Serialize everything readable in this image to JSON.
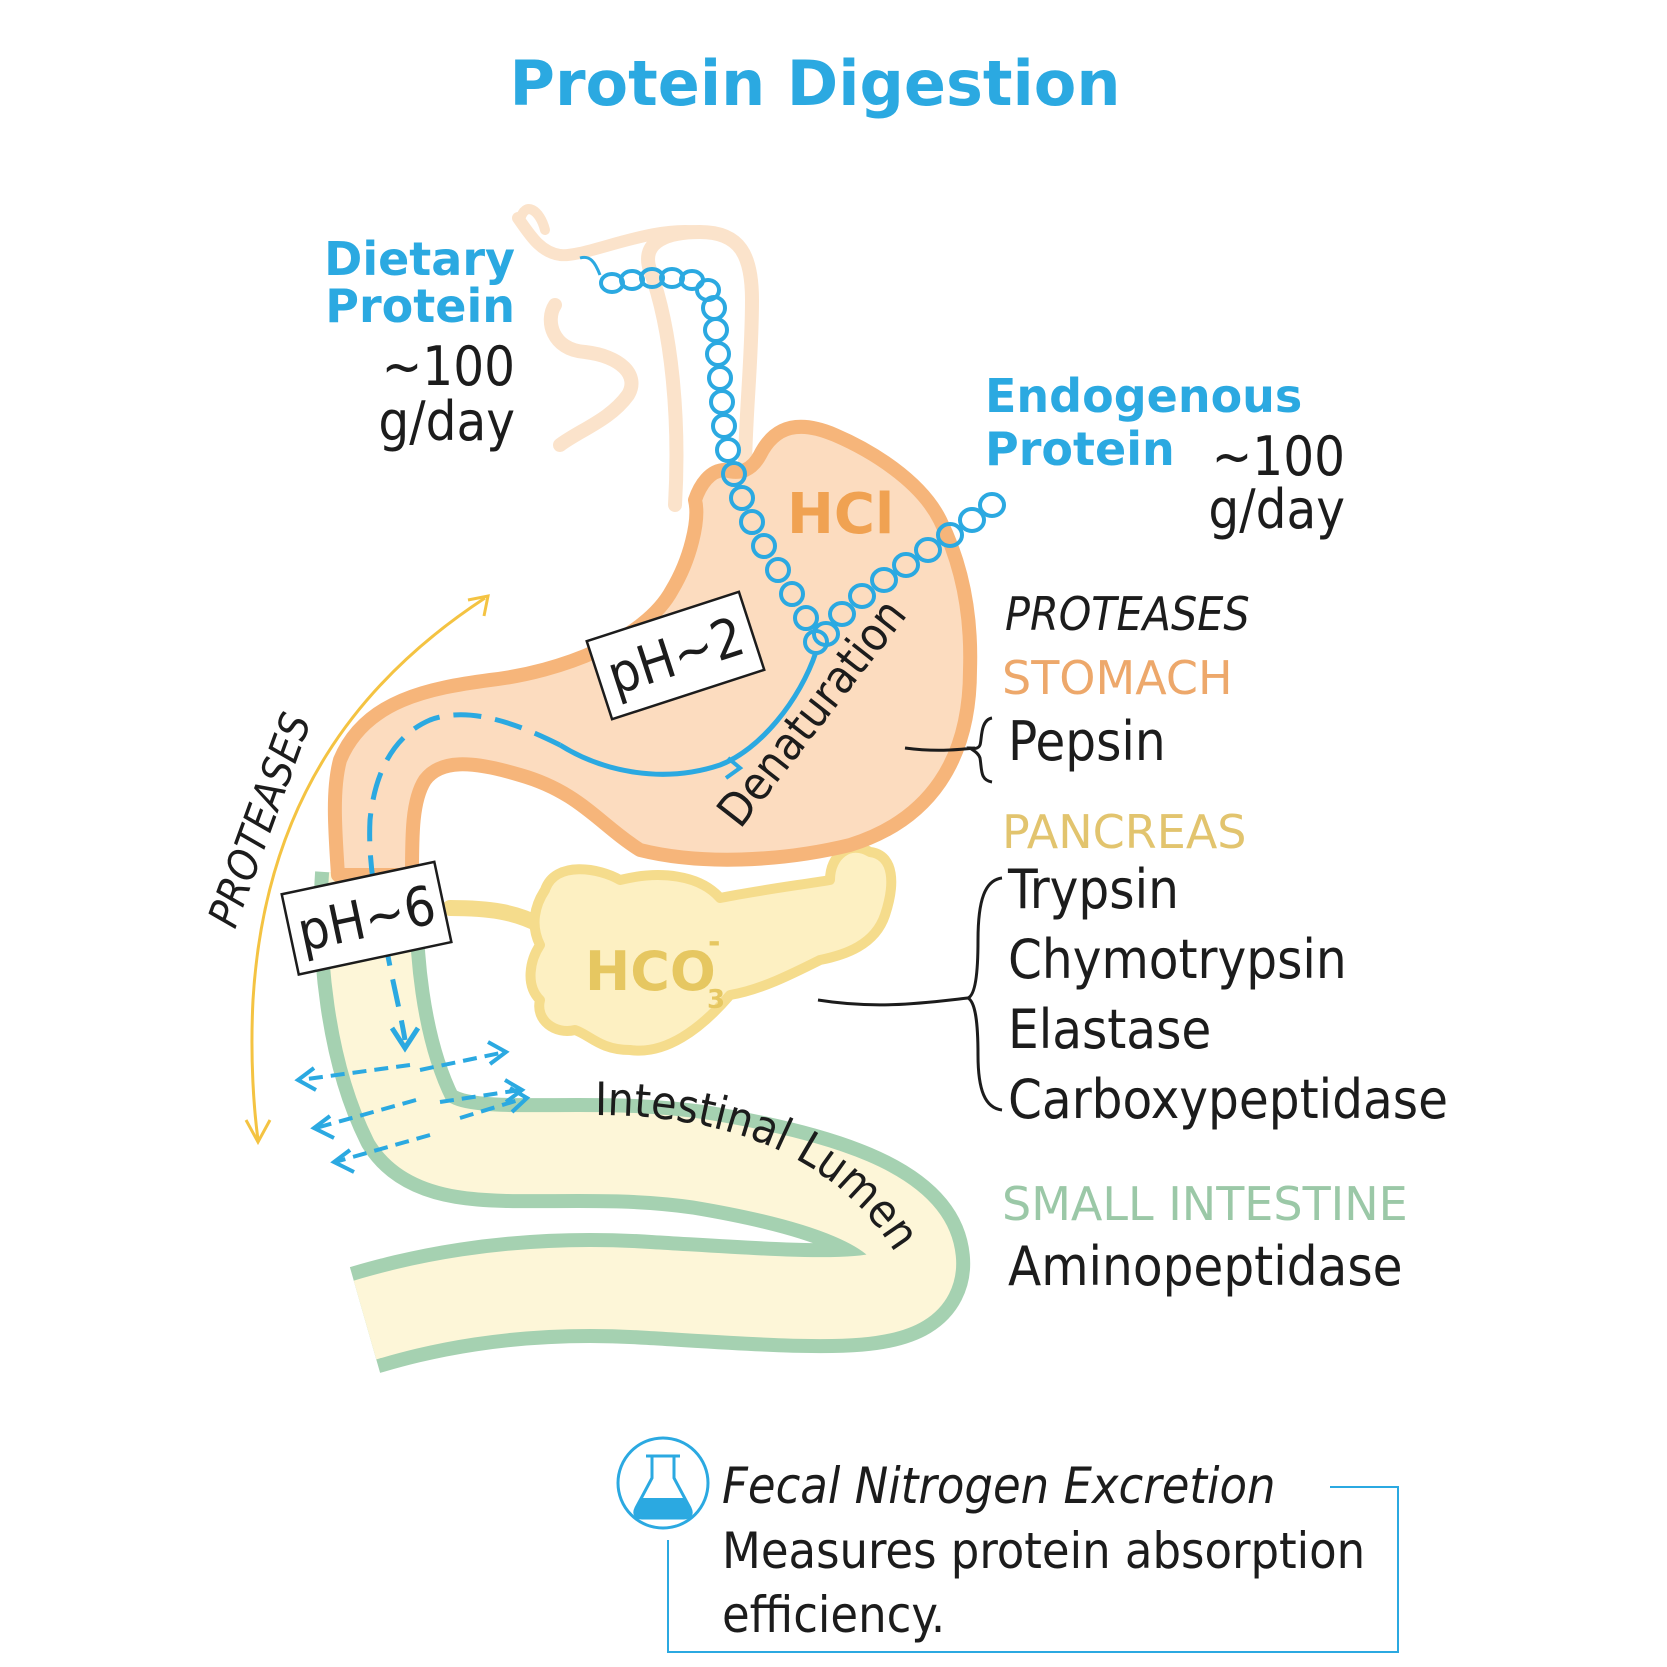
{
  "title": "Protein Digestion",
  "dietary": {
    "line1": "Dietary",
    "line2": "Protein",
    "amount": "~100",
    "unit": "g/day"
  },
  "endogenous": {
    "line1": "Endogenous",
    "line2": "Protein",
    "amount": "~100",
    "unit": "g/day"
  },
  "stomach": {
    "acid": "HCl",
    "ph": "pH~2",
    "process": "Denaturation"
  },
  "pancreas": {
    "secretion": "HCO",
    "subscript": "3",
    "superscript": "-"
  },
  "intestine": {
    "ph": "pH~6",
    "lumen": "Intestinal Lumen"
  },
  "side_label": "PROTEASES",
  "proteases": {
    "heading": "PROTEASES",
    "stomach": {
      "label": "STOMACH",
      "enzymes": [
        "Pepsin"
      ]
    },
    "pancreas": {
      "label": "PANCREAS",
      "enzymes": [
        "Trypsin",
        "Chymotrypsin",
        "Elastase",
        "Carboxypeptidase"
      ]
    },
    "small_intestine": {
      "label": "SMALL INTESTINE",
      "enzymes": [
        "Aminopeptidase"
      ]
    }
  },
  "note": {
    "icon": "flask-icon",
    "heading": "Fecal Nitrogen Excretion",
    "line1": "Measures protein absorption",
    "line2": "efficiency."
  },
  "colors": {
    "blue": "#2ba9e1",
    "stomach": "#f6b57a",
    "stomach_fill": "#fcdcbf",
    "pancreas": "#f5dc8c",
    "pancreas_fill": "#fdf0c2",
    "intestine": "#a5d1b1",
    "intestine_fill": "#fdf6d8",
    "arrow_yellow": "#f4c342"
  }
}
